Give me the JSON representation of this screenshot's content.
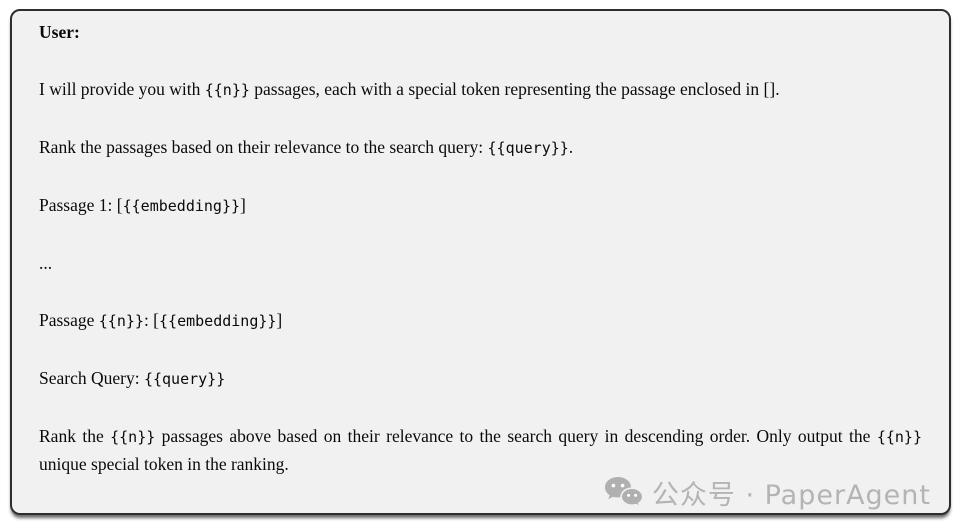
{
  "prompt_card": {
    "speaker_label": "User:",
    "paragraphs": [
      {
        "segments": [
          {
            "t": "text",
            "v": "I will provide you with "
          },
          {
            "t": "code",
            "v": "{{n}}"
          },
          {
            "t": "text",
            "v": " passages, each with a special token representing the passage enclosed in []."
          }
        ]
      },
      {
        "segments": [
          {
            "t": "text",
            "v": "Rank the passages based on their relevance to the search query: "
          },
          {
            "t": "code",
            "v": "{{query}}"
          },
          {
            "t": "text",
            "v": "."
          }
        ]
      },
      {
        "segments": [
          {
            "t": "text",
            "v": "Passage 1: ["
          },
          {
            "t": "code",
            "v": "{{embedding}}"
          },
          {
            "t": "text",
            "v": "]"
          }
        ]
      },
      {
        "segments": [
          {
            "t": "text",
            "v": "..."
          }
        ]
      },
      {
        "segments": [
          {
            "t": "text",
            "v": "Passage "
          },
          {
            "t": "code",
            "v": "{{n}}"
          },
          {
            "t": "text",
            "v": ": ["
          },
          {
            "t": "code",
            "v": "{{embedding}}"
          },
          {
            "t": "text",
            "v": "]"
          }
        ]
      },
      {
        "segments": [
          {
            "t": "text",
            "v": "Search Query: "
          },
          {
            "t": "code",
            "v": "{{query}}"
          }
        ]
      },
      {
        "segments": [
          {
            "t": "text",
            "v": "Rank the "
          },
          {
            "t": "code",
            "v": "{{n}}"
          },
          {
            "t": "text",
            "v": " passages above based on their relevance to the search query in descending order. Only output the "
          },
          {
            "t": "code",
            "v": "{{n}}"
          },
          {
            "t": "text",
            "v": " unique special token in the ranking."
          }
        ]
      }
    ]
  },
  "watermark": {
    "icon": "wechat-icon",
    "text": "公众号 · PaperAgent"
  },
  "colors": {
    "card_background": "#f1f1f1",
    "card_border": "#2e2e2e",
    "text": "#0a0a0a",
    "watermark_gray": "#b4b4b4",
    "page_background": "#ffffff"
  }
}
